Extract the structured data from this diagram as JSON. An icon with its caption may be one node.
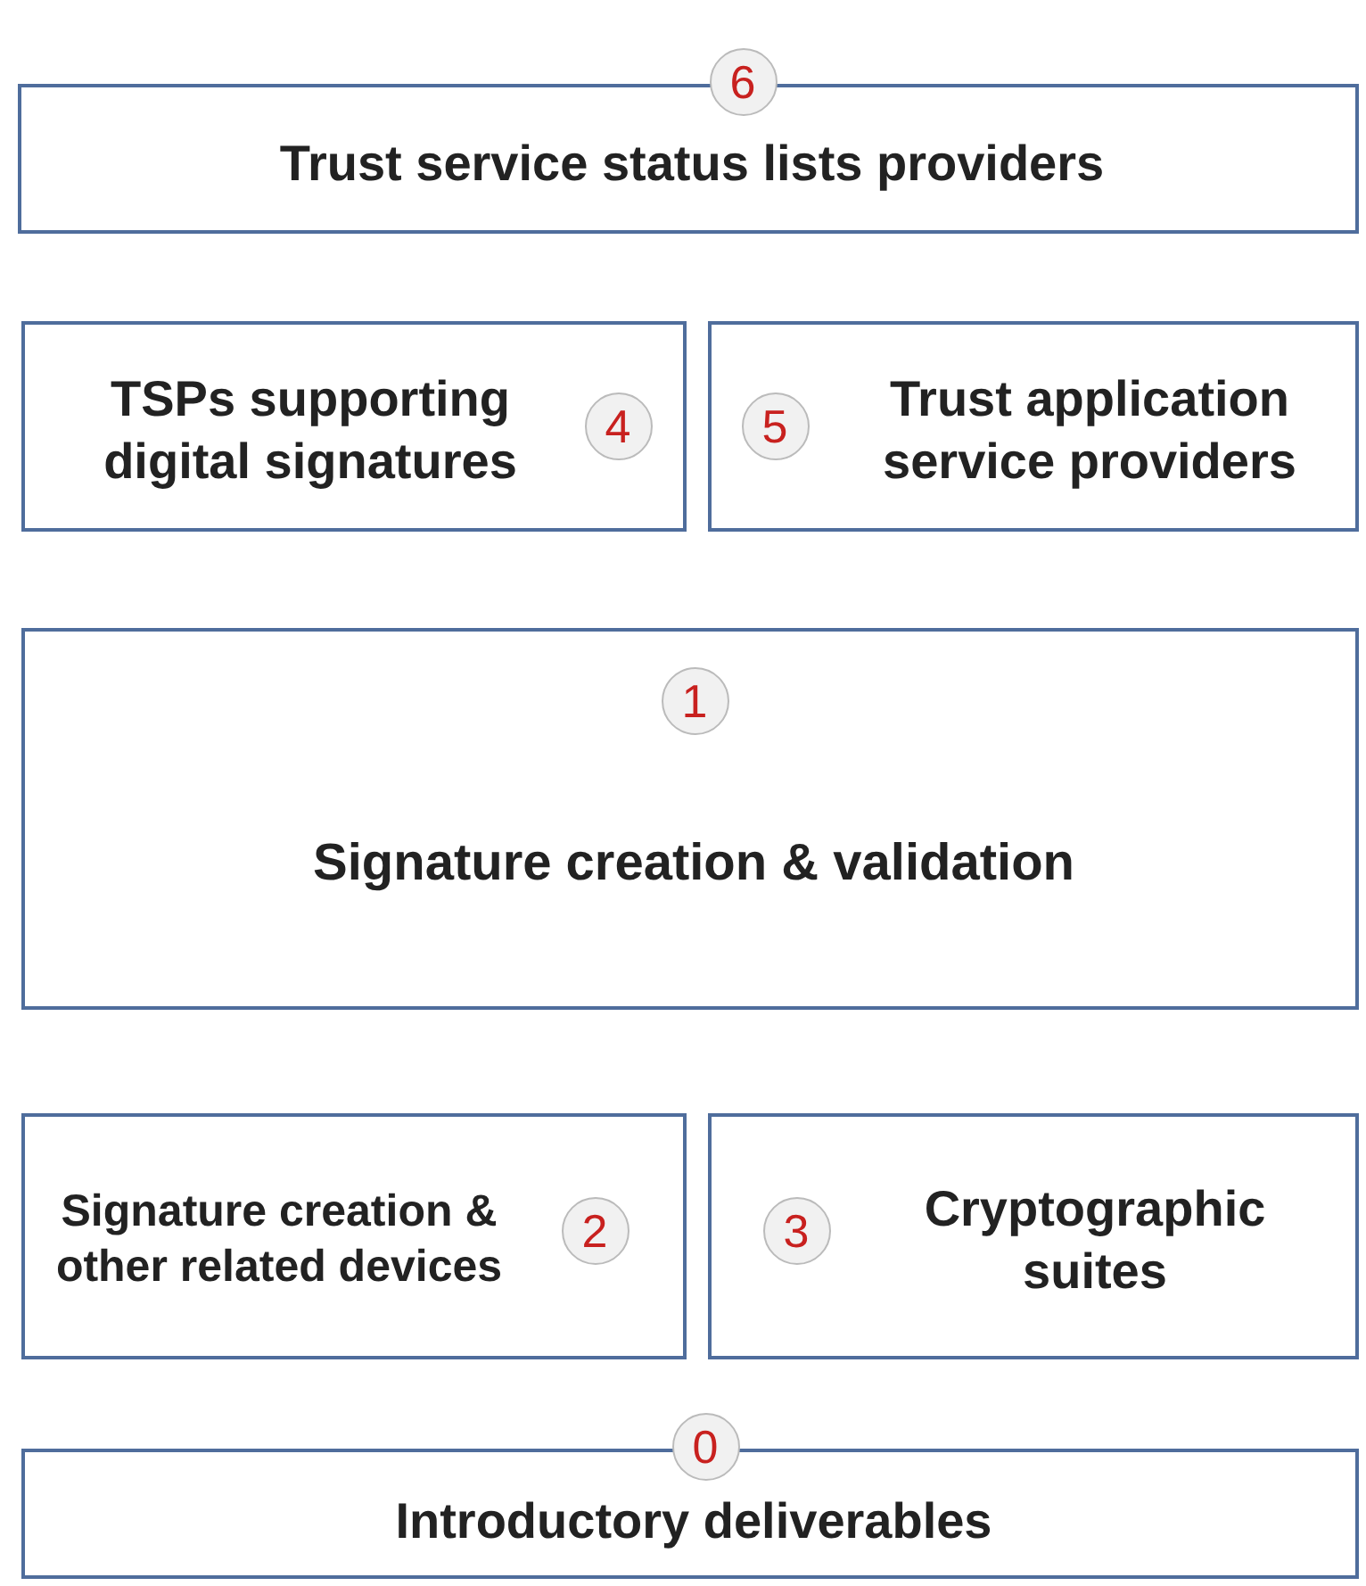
{
  "diagram": {
    "nodes": [
      {
        "text": [
          "6",
          "Trust service status lists providers"
        ]
      },
      {
        "text": [
          "TSPs supporting digital signatures",
          "4"
        ]
      },
      {
        "text": [
          "5",
          "Trust application service providers"
        ]
      },
      {
        "text": [
          "1",
          "Signature creation & validation"
        ]
      },
      {
        "text": [
          "Signature creation & other related devices",
          "2"
        ]
      },
      {
        "text": [
          "3",
          "Cryptographic suites"
        ]
      },
      {
        "text": [
          "0",
          "Introductory deliverables"
        ]
      }
    ]
  }
}
